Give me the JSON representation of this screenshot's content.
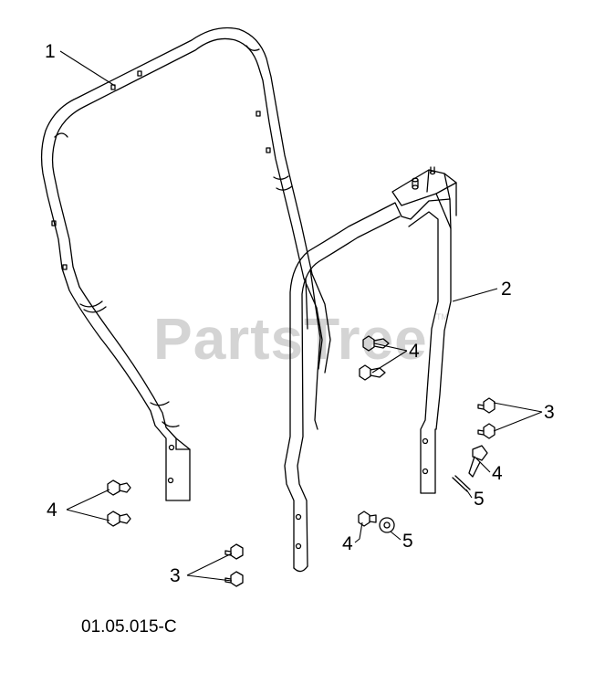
{
  "watermark": {
    "text": "PartsTree",
    "trademark": "TM"
  },
  "drawing_number": "01.05.015-C",
  "callouts": [
    {
      "id": "callout-1",
      "label": "1"
    },
    {
      "id": "callout-2",
      "label": "2"
    },
    {
      "id": "callout-4-upper",
      "label": "4"
    },
    {
      "id": "callout-3-right",
      "label": "3"
    },
    {
      "id": "callout-4-right",
      "label": "4"
    },
    {
      "id": "callout-5-right",
      "label": "5"
    },
    {
      "id": "callout-4-left",
      "label": "4"
    },
    {
      "id": "callout-4-center",
      "label": "4"
    },
    {
      "id": "callout-5-center",
      "label": "5"
    },
    {
      "id": "callout-3-left",
      "label": "3"
    }
  ]
}
